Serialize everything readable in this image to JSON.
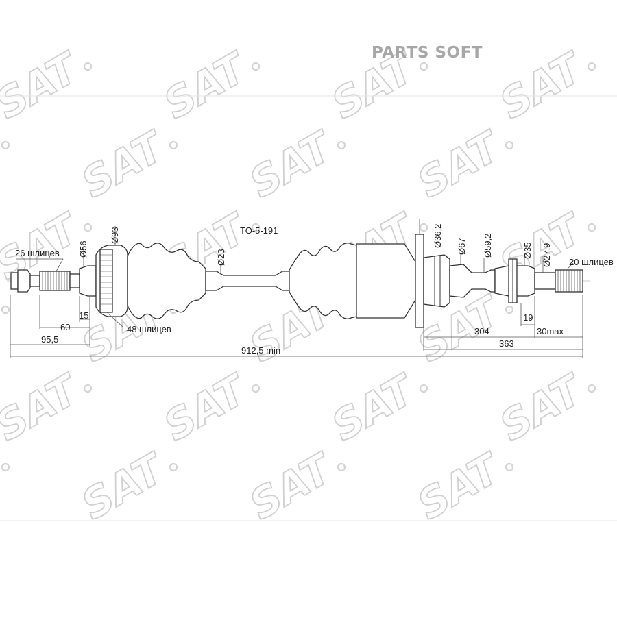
{
  "header": {
    "brand": "PARTS SOFT"
  },
  "watermark": {
    "text": "SAT",
    "color": "#d0d0d0"
  },
  "drawing": {
    "part_number": "TO-5-191",
    "labels": {
      "splines_outer": "26 шлицев",
      "splines_abs": "48 шлицев",
      "splines_inner": "20 шлицев"
    },
    "diameters": {
      "d56": "Ø56",
      "d93": "Ø93",
      "d23": "Ø23",
      "d36_2": "Ø36,2",
      "d67": "Ø67",
      "d59_2": "Ø59,2",
      "d35": "Ø35",
      "d27_9": "Ø27,9"
    },
    "lengths": {
      "l15": "15",
      "l60": "60",
      "l95_5": "95,5",
      "l912_5": "912,5 min",
      "l304": "304",
      "l19": "19",
      "l30max": "30max",
      "l363": "363"
    }
  }
}
